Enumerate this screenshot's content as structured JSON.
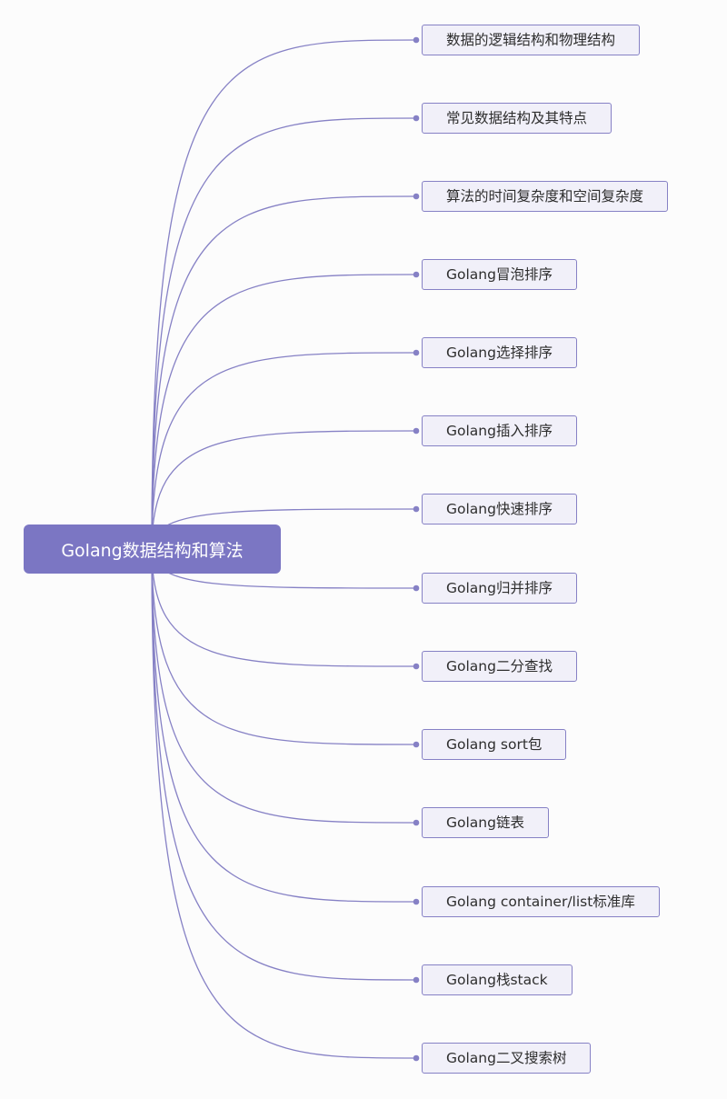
{
  "mindmap": {
    "root": "Golang数据结构和算法",
    "children": [
      "数据的逻辑结构和物理结构",
      "常见数据结构及其特点",
      "算法的时间复杂度和空间复杂度",
      "Golang冒泡排序",
      "Golang选择排序",
      "Golang插入排序",
      "Golang快速排序",
      "Golang归并排序",
      "Golang二分查找",
      "Golang sort包",
      "Golang链表",
      "Golang container/list标准库",
      "Golang栈stack",
      "Golang二叉搜索树"
    ]
  },
  "colors": {
    "root_fill": "#7b76c3",
    "line": "#8681c5",
    "node_fill": "#f1f0f9",
    "node_border": "#8681c5"
  }
}
